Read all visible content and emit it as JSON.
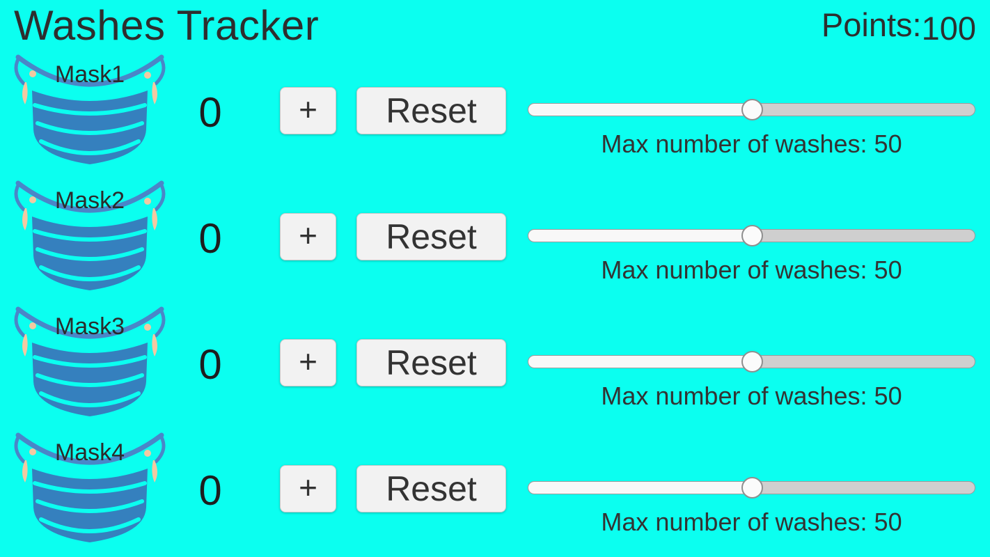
{
  "header": {
    "title": "Washes Tracker",
    "points_label": "Points:",
    "points_value": "100"
  },
  "colors": {
    "background": "#0BFFF0",
    "mask_body": "#3580BE",
    "mask_band": "#4A86C8",
    "mask_strap": "#F2C9A2",
    "button_bg": "#F2F2F2",
    "text_dark": "#2E2E2E",
    "track_filled": "#F8F8F8",
    "track_empty": "#CFCFCF",
    "thumb_fill": "#FBFBFB"
  },
  "rows": [
    {
      "label": "Mask1",
      "count": "0",
      "plus_label": "+",
      "reset_label": "Reset",
      "slider_value": 50,
      "slider_max": 100,
      "max_washes_label": "Max number of washes: 50"
    },
    {
      "label": "Mask2",
      "count": "0",
      "plus_label": "+",
      "reset_label": "Reset",
      "slider_value": 50,
      "slider_max": 100,
      "max_washes_label": "Max number of washes: 50"
    },
    {
      "label": "Mask3",
      "count": "0",
      "plus_label": "+",
      "reset_label": "Reset",
      "slider_value": 50,
      "slider_max": 100,
      "max_washes_label": "Max number of washes: 50"
    },
    {
      "label": "Mask4",
      "count": "0",
      "plus_label": "+",
      "reset_label": "Reset",
      "slider_value": 50,
      "slider_max": 100,
      "max_washes_label": "Max number of washes: 50"
    }
  ]
}
